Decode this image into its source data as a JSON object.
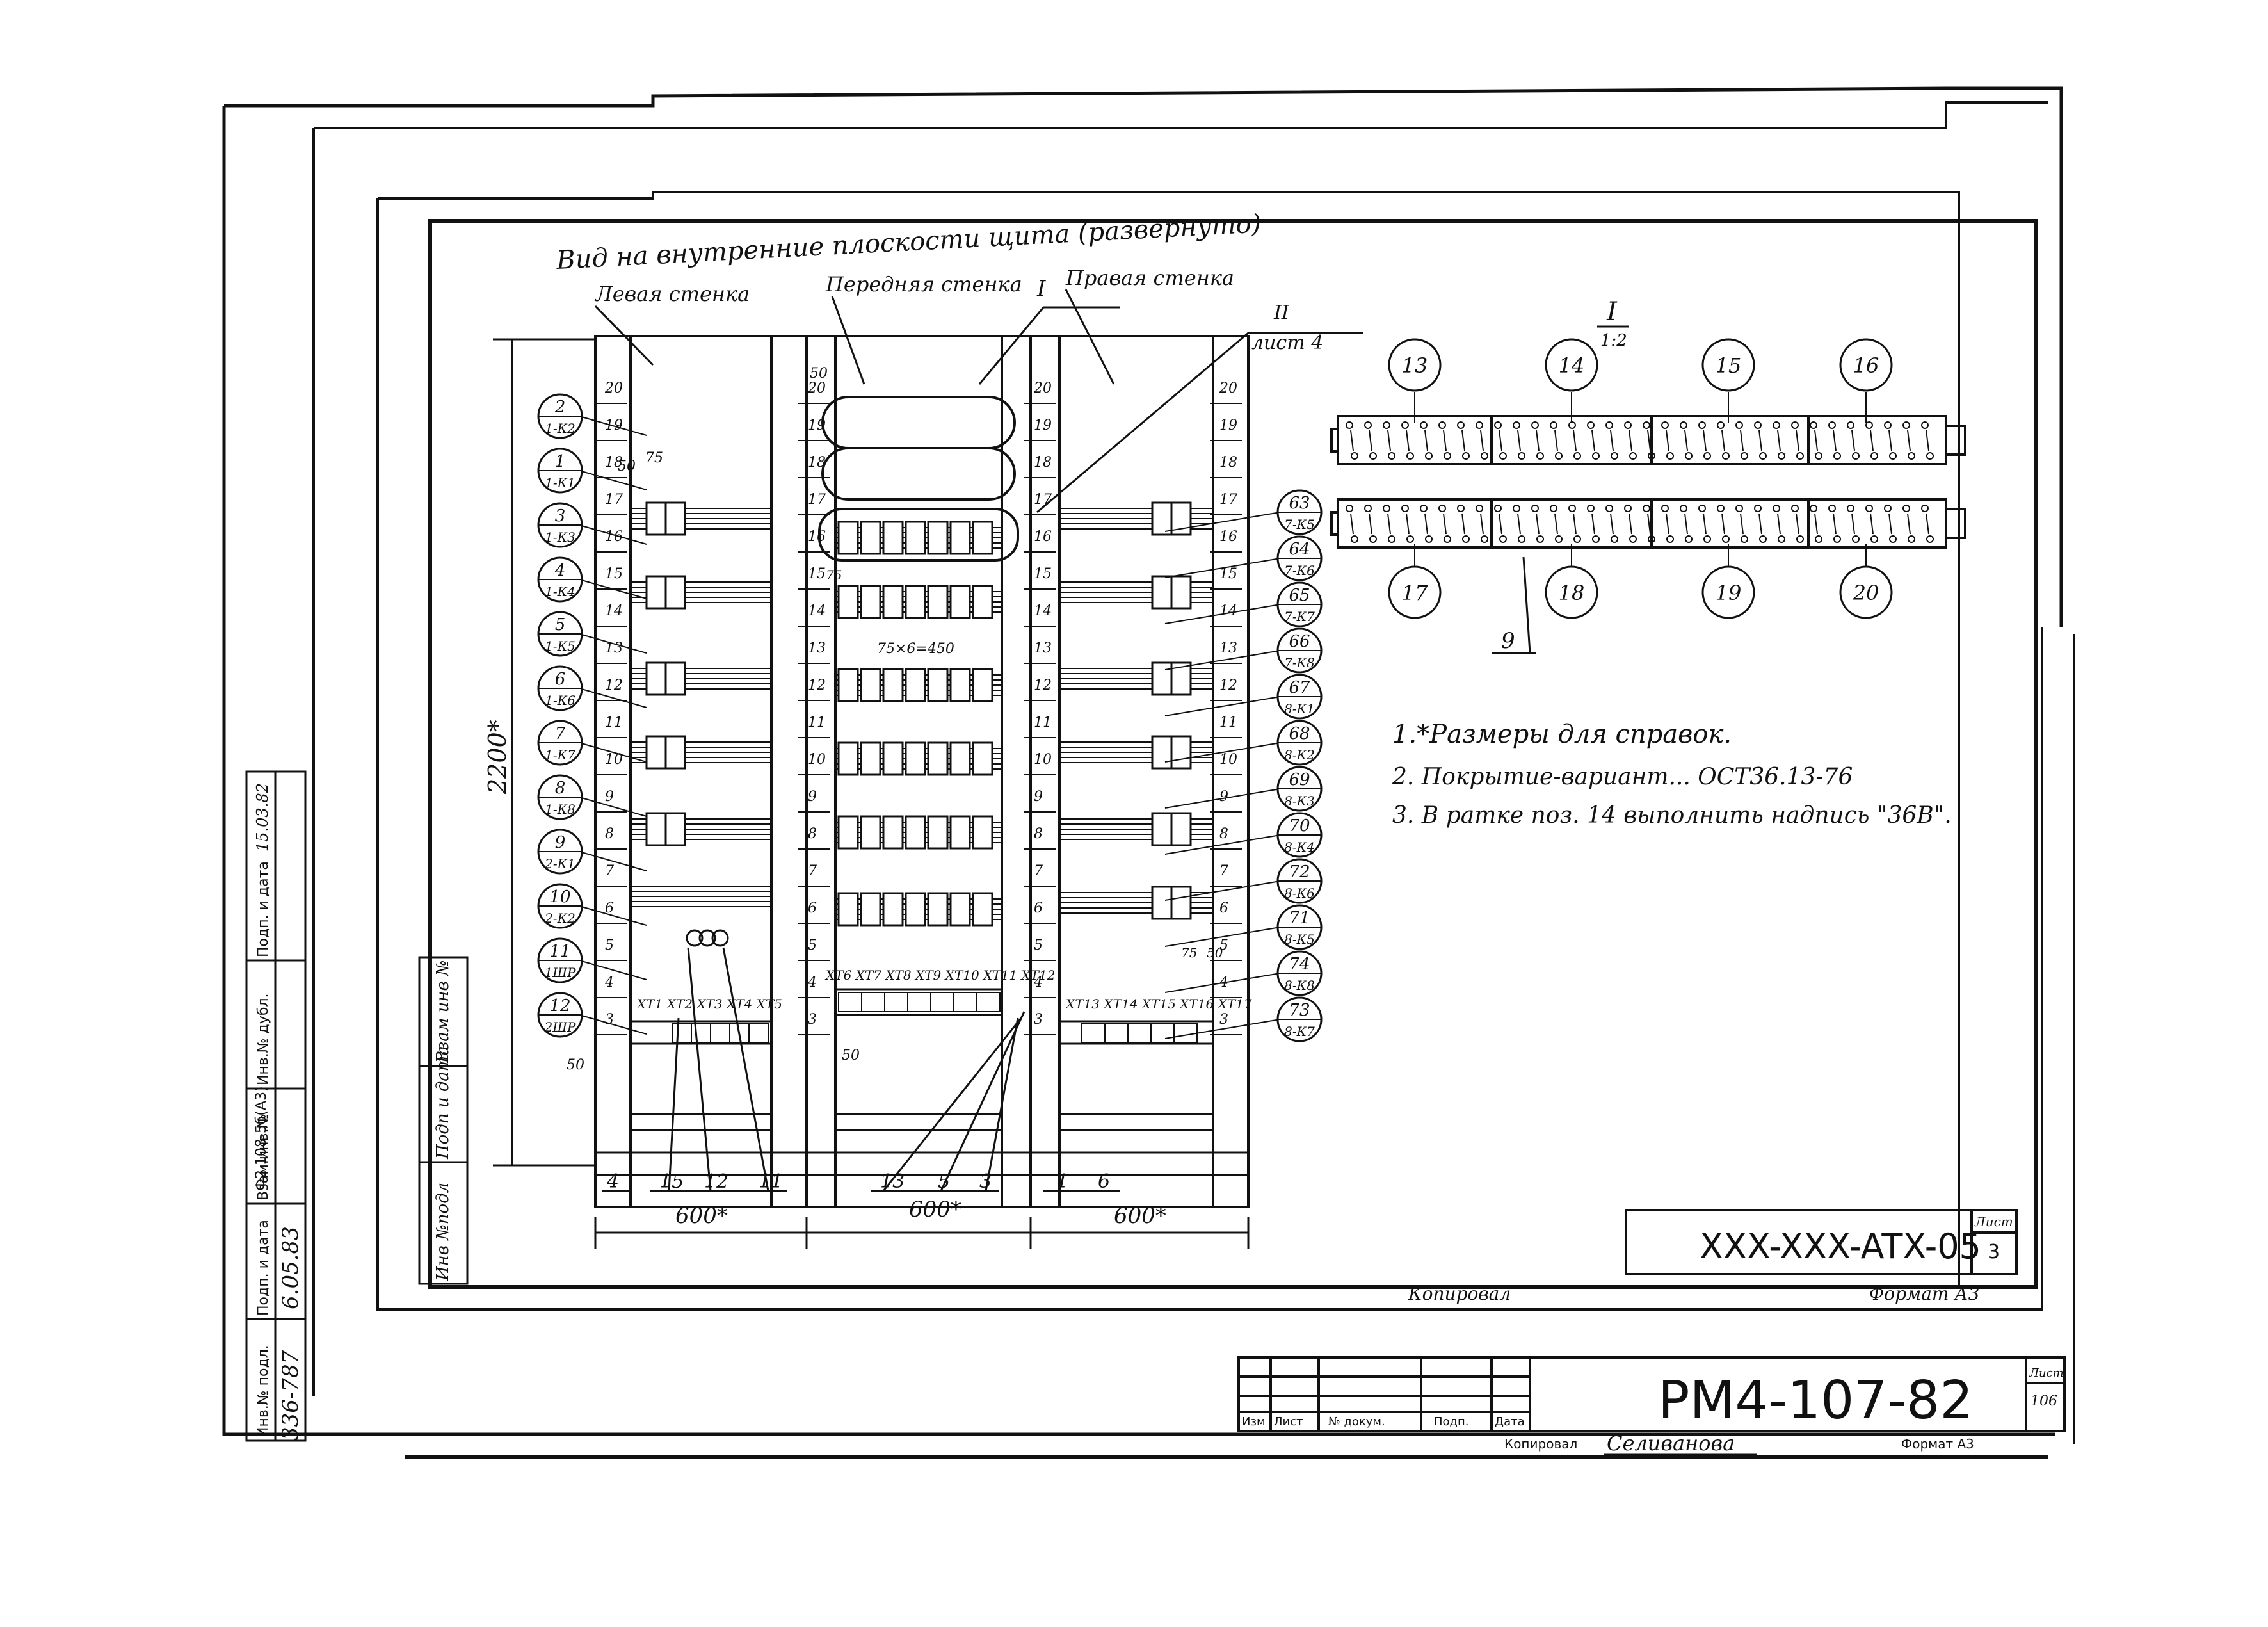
{
  "view_title": "Вид на внутренние плоскости щита (развернуто)",
  "walls": {
    "left": "Левая стенка",
    "front": "Передняя стенка",
    "right": "Правая стенка"
  },
  "callout_I": "I",
  "callout_II": "II",
  "sheet_ref": "лист 4",
  "height_dim": "2200*",
  "width_dims": [
    "600*",
    "600*",
    "600*"
  ],
  "row_numbers": [
    "20",
    "19",
    "18",
    "17",
    "16",
    "15",
    "14",
    "13",
    "12",
    "11",
    "10",
    "9",
    "8",
    "7",
    "6",
    "5",
    "4",
    "3"
  ],
  "small_dims": {
    "d50": "50",
    "d75": "75",
    "span": "75×6=450"
  },
  "left_balloons": [
    {
      "num": "2",
      "code": "1-К2"
    },
    {
      "num": "1",
      "code": "1-К1"
    },
    {
      "num": "3",
      "code": "1-К3"
    },
    {
      "num": "4",
      "code": "1-К4"
    },
    {
      "num": "5",
      "code": "1-К5"
    },
    {
      "num": "6",
      "code": "1-К6"
    },
    {
      "num": "7",
      "code": "1-К7"
    },
    {
      "num": "8",
      "code": "1-К8"
    },
    {
      "num": "9",
      "code": "2-К1"
    },
    {
      "num": "10",
      "code": "2-К2"
    },
    {
      "num": "11",
      "code": "1ШР"
    },
    {
      "num": "12",
      "code": "2ШР"
    }
  ],
  "right_balloons": [
    {
      "num": "63",
      "code": "7-К5"
    },
    {
      "num": "64",
      "code": "7-К6"
    },
    {
      "num": "65",
      "code": "7-К7"
    },
    {
      "num": "66",
      "code": "7-К8"
    },
    {
      "num": "67",
      "code": "8-К1"
    },
    {
      "num": "68",
      "code": "8-К2"
    },
    {
      "num": "69",
      "code": "8-К3"
    },
    {
      "num": "70",
      "code": "8-К4"
    },
    {
      "num": "72",
      "code": "8-К6"
    },
    {
      "num": "71",
      "code": "8-К5"
    },
    {
      "num": "74",
      "code": "8-К8"
    },
    {
      "num": "73",
      "code": "8-К7"
    }
  ],
  "terminal_labels": {
    "left": "XT1 XT2 XT3 XT4 XT5",
    "front": "XT6 XT7 XT8 XT9 XT10 XT11 XT12",
    "right": "XT13 XT14 XT15 XT16 XT17"
  },
  "bottom_positions": [
    "4",
    "15",
    "12",
    "11",
    "13",
    "5",
    "3",
    "1",
    "6"
  ],
  "detail": {
    "title": "I",
    "scale": "1:2",
    "top_circles": [
      "13",
      "14",
      "15",
      "16"
    ],
    "bottom_circles": [
      "17",
      "18",
      "19",
      "20"
    ],
    "leader": "9"
  },
  "notes": [
    "1.*Размеры для справок.",
    "2. Покрытие-вариант... ОСТ36.13-76",
    "3. В ратке поз. 14 выполнить надпись \"36В\"."
  ],
  "inner_stamp": {
    "code": "XXX-XXX-ATX-05",
    "sheet_label": "Лист",
    "sheet": "3",
    "kopiroval": "Копировал",
    "format": "Формат А3"
  },
  "outer_stamp": {
    "code": "РМ4-107-82",
    "headers": [
      "Изм",
      "Лист",
      "№ докум.",
      "Подп.",
      "Дата"
    ],
    "kopiroval": "Копировал",
    "copier_name": "Селиванова",
    "format": "Формат А3",
    "sheet_label": "Лист",
    "sheet": "106"
  },
  "inner_side_cells": [
    "Инв №подл",
    "Подп и дата",
    "Взам инв №"
  ],
  "outer_side_cells": [
    "Инв.№ подл.",
    "Подп. и дата",
    "Взам.инв.№",
    "Инв.№ дубл.",
    "Подп. и дата"
  ],
  "outer_side_values": [
    "336-787",
    "6.05.83"
  ],
  "side_note": "Ф2 108-5б(А3)",
  "signature_note": "15.03.82"
}
